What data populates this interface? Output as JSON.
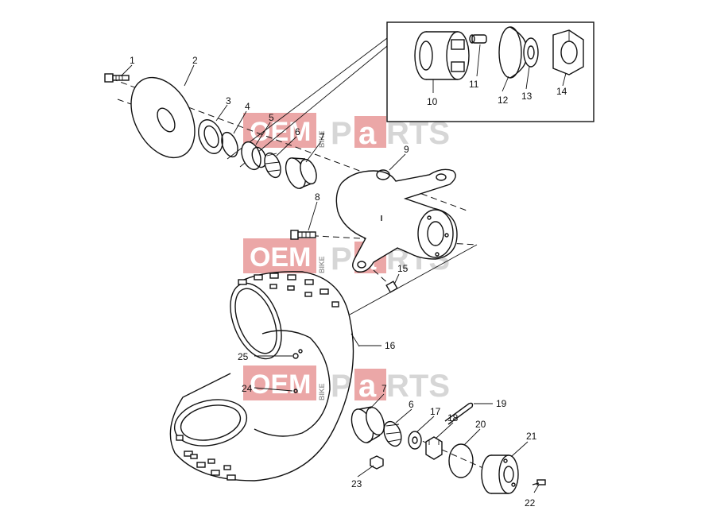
{
  "diagram": {
    "callouts": {
      "c1": "1",
      "c2": "2",
      "c3": "3",
      "c4": "4",
      "c5": "5",
      "c6a": "6",
      "c7a": "7",
      "c8": "8",
      "c9": "9",
      "c10": "10",
      "c11": "11",
      "c12": "12",
      "c13": "13",
      "c14": "14",
      "c15": "15",
      "c16": "16",
      "c17": "17",
      "c18": "18",
      "c19": "19",
      "c20": "20",
      "c21": "21",
      "c22": "22",
      "c23": "23",
      "c24": "24",
      "c25": "25",
      "c6b": "6",
      "c7b": "7"
    }
  },
  "watermark": {
    "oem": "OEM",
    "bike": "BIKE",
    "parts_p": "P",
    "parts_a": "a",
    "parts_rest": "RTS",
    "accent_color": "#e05a5a",
    "grey_color": "#c8c8c8"
  }
}
